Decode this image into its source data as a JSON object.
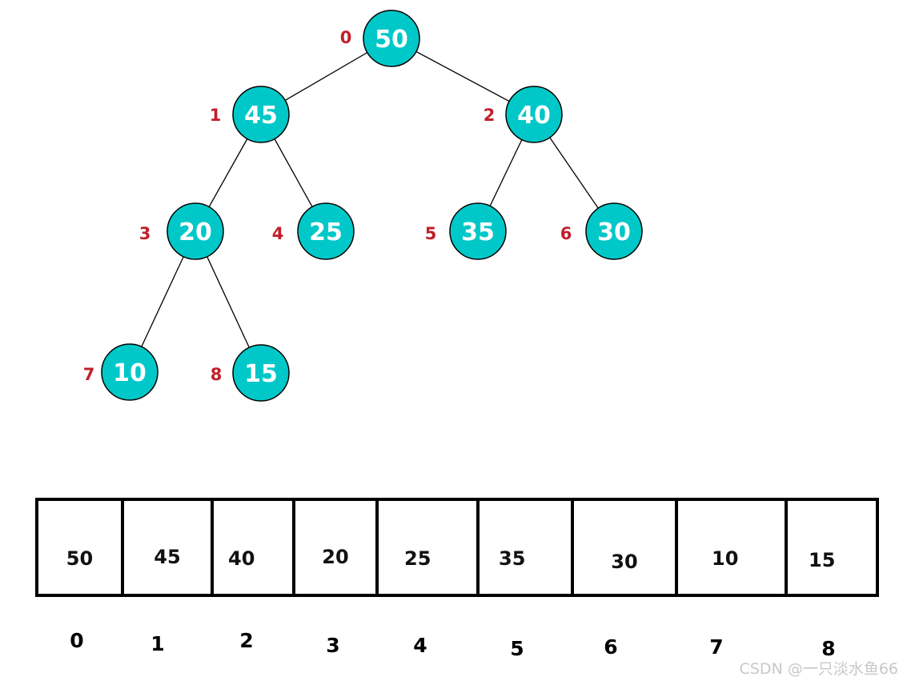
{
  "tree": {
    "nodes": [
      {
        "index": "0",
        "value": "50"
      },
      {
        "index": "1",
        "value": "45"
      },
      {
        "index": "2",
        "value": "40"
      },
      {
        "index": "3",
        "value": "20"
      },
      {
        "index": "4",
        "value": "25"
      },
      {
        "index": "5",
        "value": "35"
      },
      {
        "index": "6",
        "value": "30"
      },
      {
        "index": "7",
        "value": "10"
      },
      {
        "index": "8",
        "value": "15"
      }
    ],
    "edges": [
      [
        0,
        1
      ],
      [
        0,
        2
      ],
      [
        1,
        3
      ],
      [
        1,
        4
      ],
      [
        2,
        5
      ],
      [
        2,
        6
      ],
      [
        3,
        7
      ],
      [
        3,
        8
      ]
    ],
    "node_color": "#00c8c8",
    "index_color": "#c0202a"
  },
  "array": {
    "values": [
      "50",
      "45",
      "40",
      "20",
      "25",
      "35",
      "30",
      "10",
      "15"
    ],
    "indices": [
      "0",
      "1",
      "2",
      "3",
      "4",
      "5",
      "6",
      "7",
      "8"
    ]
  },
  "watermark": "CSDN @一只淡水鱼66"
}
